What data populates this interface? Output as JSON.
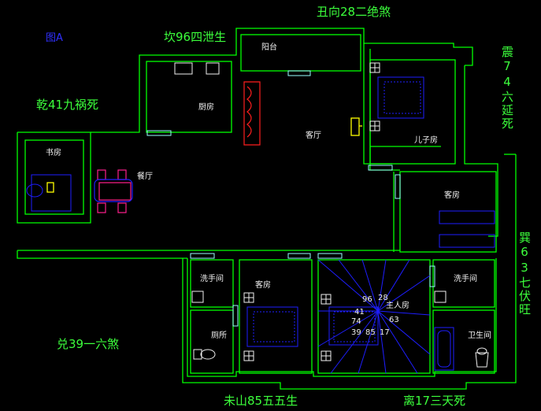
{
  "figure_label": "图A",
  "direction_labels": {
    "top": "丑向28二绝煞",
    "top_left": "坎96四泄生",
    "left": "乾41九祸死",
    "right_upper": "震74六延死",
    "right_lower": "巽63七伏旺",
    "bottom_left": "兑39一六煞",
    "bottom_center": "未山85五五生",
    "bottom_right": "离17三天死"
  },
  "rooms": {
    "balcony": "阳台",
    "kitchen": "厨房",
    "living": "客厅",
    "study": "书房",
    "dining": "餐厅",
    "son_room": "儿子房",
    "guest_room": "客房",
    "washroom_left": "洗手间",
    "toilet_left": "厕所",
    "bedroom_bottom": "客房",
    "master_room": "主人房",
    "washroom_right": "洗手间",
    "bathroom_right": "卫生间"
  },
  "compass_numbers": [
    "96",
    "28",
    "41",
    "63",
    "74",
    "39",
    "85",
    "17"
  ],
  "colors": {
    "background": "#000000",
    "wall": "#00ff00",
    "text_green": "#3cff3c",
    "text_white": "#f0f0f0",
    "furniture_blue": "#1e1eff",
    "furniture_magenta": "#ff1e8c",
    "accent_yellow": "#ffff00",
    "accent_red": "#ff1e1e",
    "window_cyan": "#9ff"
  }
}
